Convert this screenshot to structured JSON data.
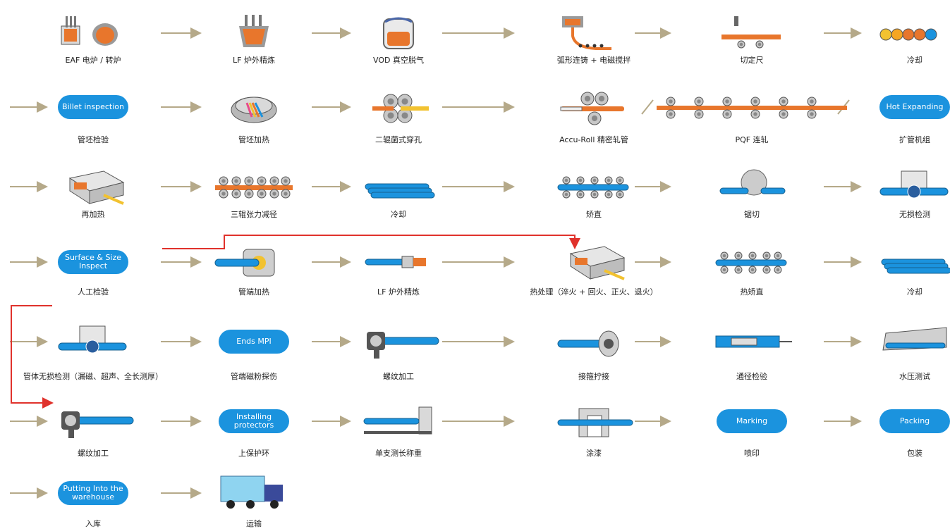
{
  "colors": {
    "blue": "#1b93de",
    "orange": "#e8762c",
    "grey": "#8a8a8a",
    "arrow": "#b5a989",
    "red": "#e0322c"
  },
  "rows": [
    {
      "nodes": [
        {
          "label": "EAF 电炉 / 转炉",
          "icon": "furnace-icon"
        },
        {
          "label": "LF 炉外精炼",
          "icon": "ladle-furnace-icon"
        },
        {
          "label": "VOD 真空脱气",
          "icon": "vacuum-degassing-icon"
        },
        {
          "label": "弧形连铸 + 电磁搅拌",
          "icon": "continuous-casting-icon"
        },
        {
          "label": "切定尺",
          "icon": "cutting-icon"
        },
        {
          "label": "冷却",
          "icon": "cooling-billets-icon"
        }
      ]
    },
    {
      "nodes": [
        {
          "label": "管坯检验",
          "pill": "Billet inspection"
        },
        {
          "label": "管坯加热",
          "icon": "rotary-furnace-icon"
        },
        {
          "label": "二辊菌式穿孔",
          "icon": "piercing-mill-icon"
        },
        {
          "label": "Accu-Roll 精密轧管",
          "icon": "accu-roll-icon"
        },
        {
          "label": "PQF 连轧",
          "icon": "pqf-mill-icon"
        },
        {
          "label": "扩管机组",
          "pill": "Hot Expanding"
        }
      ]
    },
    {
      "nodes": [
        {
          "label": "再加热",
          "icon": "reheating-furnace-icon"
        },
        {
          "label": "三辊张力减径",
          "icon": "stretch-reducing-icon"
        },
        {
          "label": "冷却",
          "icon": "cooling-pipes-icon"
        },
        {
          "label": "矫直",
          "icon": "straightening-icon"
        },
        {
          "label": "锯切",
          "icon": "saw-cutting-icon"
        },
        {
          "label": "无损检测",
          "icon": "ndt-icon"
        }
      ]
    },
    {
      "nodes": [
        {
          "label": "人工检验",
          "pill": "Surface & Size Inspect"
        },
        {
          "label": "管端加热",
          "icon": "end-heating-icon"
        },
        {
          "label": "LF 炉外精炼",
          "icon": "pipe-end-icon"
        },
        {
          "label": "热处理（淬火 + 回火、正火、退火）",
          "icon": "heat-treatment-icon"
        },
        {
          "label": "热矫直",
          "icon": "hot-straightening-icon"
        },
        {
          "label": "冷却",
          "icon": "cooling-pipes-icon"
        }
      ]
    },
    {
      "nodes": [
        {
          "label": "管体无损检测（漏磁、超声、全长测厚）",
          "icon": "body-ndt-icon"
        },
        {
          "label": "管端磁粉探伤",
          "pill": "Ends MPI"
        },
        {
          "label": "螺纹加工",
          "icon": "threading-icon"
        },
        {
          "label": "接箍拧接",
          "icon": "coupling-makeup-icon"
        },
        {
          "label": "通径检验",
          "icon": "drift-test-icon"
        },
        {
          "label": "水压测试",
          "icon": "hydro-test-icon"
        }
      ]
    },
    {
      "nodes": [
        {
          "label": "螺纹加工",
          "icon": "threading-icon"
        },
        {
          "label": "上保护环",
          "pill": "Installing protectors"
        },
        {
          "label": "单支测长称重",
          "icon": "weighing-icon"
        },
        {
          "label": "涂漆",
          "icon": "painting-icon"
        },
        {
          "label": "喷印",
          "pill": "Marking"
        },
        {
          "label": "包装",
          "pill": "Packing"
        }
      ]
    },
    {
      "nodes": [
        {
          "label": "入库",
          "pill": "Putting Into the warehouse"
        },
        {
          "label": "运输",
          "icon": "truck-icon"
        }
      ]
    }
  ]
}
